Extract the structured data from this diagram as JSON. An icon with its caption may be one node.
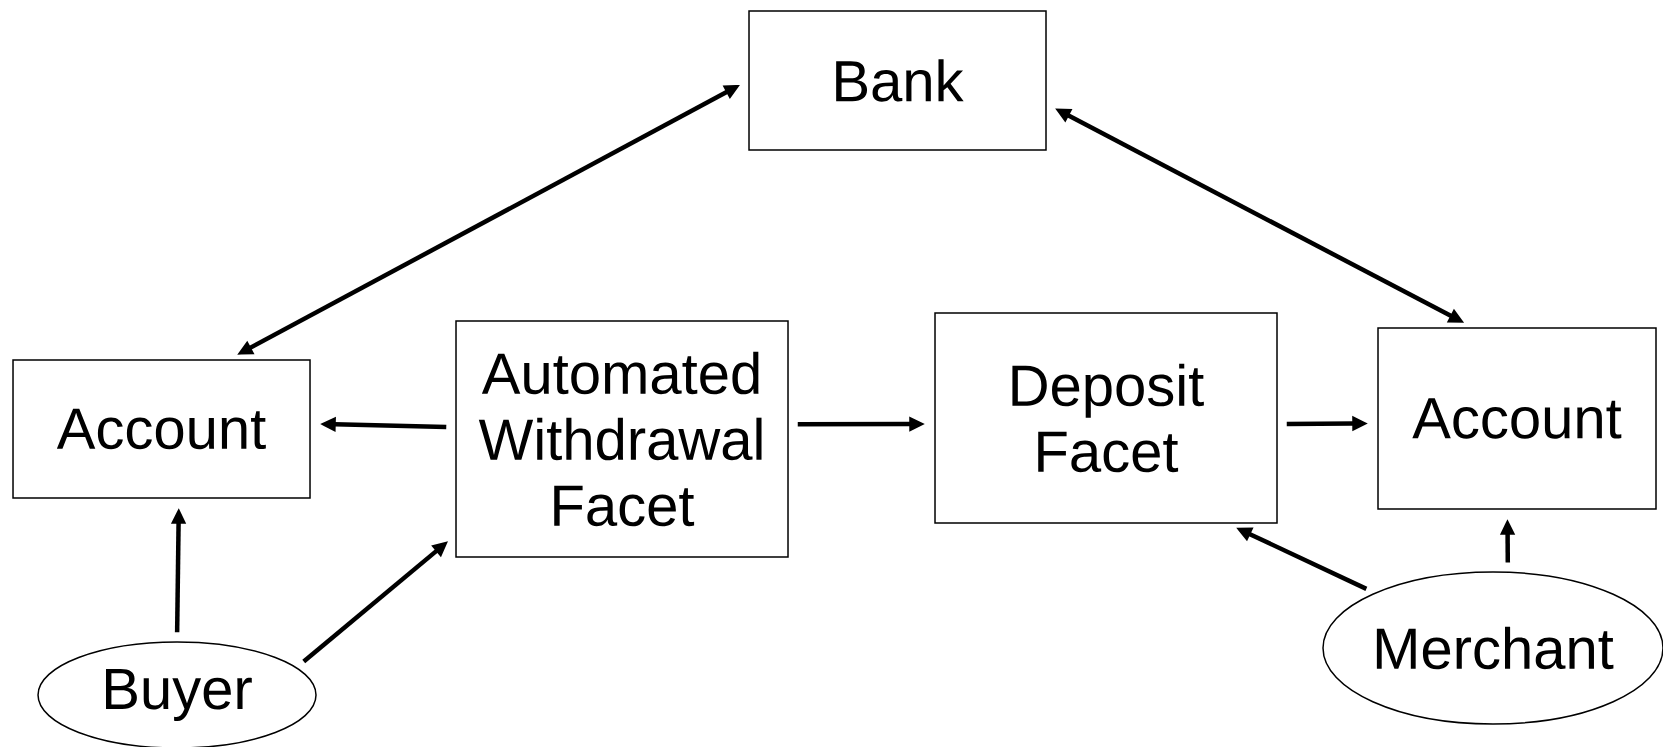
{
  "diagram": {
    "nodes": [
      {
        "text": [
          "Bank"
        ]
      },
      {
        "text": [
          "Account"
        ]
      },
      {
        "text": [
          "Automated Withdrawal Facet"
        ]
      },
      {
        "text": [
          "Deposit Facet"
        ]
      },
      {
        "text": [
          "Account"
        ]
      },
      {
        "text": [
          "Buyer"
        ]
      },
      {
        "text": [
          "Merchant"
        ]
      }
    ],
    "edges": [
      {
        "from": 0,
        "to": 1,
        "arrow": "both"
      },
      {
        "from": 0,
        "to": 4,
        "arrow": "both"
      },
      {
        "from": 2,
        "to": 1,
        "arrow": "to"
      },
      {
        "from": 2,
        "to": 3,
        "arrow": "to"
      },
      {
        "from": 3,
        "to": 4,
        "arrow": "to"
      },
      {
        "from": 5,
        "to": 1,
        "arrow": "to"
      },
      {
        "from": 5,
        "to": 2,
        "arrow": "to"
      },
      {
        "from": 6,
        "to": 3,
        "arrow": "to"
      },
      {
        "from": 6,
        "to": 4,
        "arrow": "to"
      }
    ]
  }
}
